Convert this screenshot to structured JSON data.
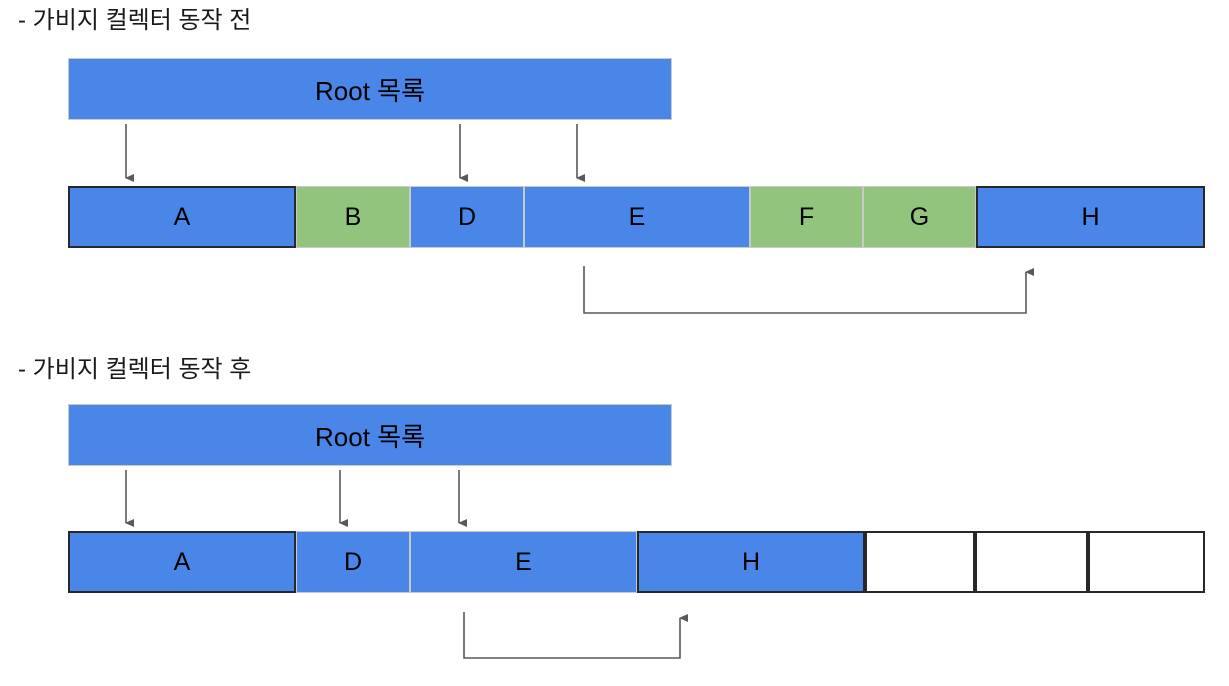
{
  "sections": [
    {
      "title": "- 가비지 컬렉터 동작 전",
      "root_label": "Root 목록",
      "blocks": [
        {
          "label": "A",
          "state": "reachable",
          "color": "#4a86e8",
          "outlined": true
        },
        {
          "label": "B",
          "state": "unreachable",
          "color": "#93c47d",
          "outlined": false
        },
        {
          "label": "D",
          "state": "reachable",
          "color": "#4a86e8",
          "outlined": false
        },
        {
          "label": "E",
          "state": "reachable",
          "color": "#4a86e8",
          "outlined": false
        },
        {
          "label": "F",
          "state": "unreachable",
          "color": "#93c47d",
          "outlined": false
        },
        {
          "label": "G",
          "state": "unreachable",
          "color": "#93c47d",
          "outlined": false
        },
        {
          "label": "H",
          "state": "reachable",
          "color": "#4a86e8",
          "outlined": true
        }
      ],
      "root_arrows": [
        "A",
        "D",
        "E"
      ],
      "reference_arrow": {
        "from": "E",
        "to": "H"
      }
    },
    {
      "title": "- 가비지 컬렉터 동작 후",
      "root_label": "Root 목록",
      "blocks": [
        {
          "label": "A",
          "state": "reachable",
          "color": "#4a86e8",
          "outlined": true
        },
        {
          "label": "D",
          "state": "reachable",
          "color": "#4a86e8",
          "outlined": false
        },
        {
          "label": "E",
          "state": "reachable",
          "color": "#4a86e8",
          "outlined": false
        },
        {
          "label": "H",
          "state": "reachable",
          "color": "#4a86e8",
          "outlined": true
        },
        {
          "label": "",
          "state": "free",
          "color": "#ffffff",
          "outlined": true
        },
        {
          "label": "",
          "state": "free",
          "color": "#ffffff",
          "outlined": true
        },
        {
          "label": "",
          "state": "free",
          "color": "#ffffff",
          "outlined": true
        }
      ],
      "root_arrows": [
        "A",
        "D",
        "E"
      ],
      "reference_arrow": {
        "from": "E",
        "to": "H"
      }
    }
  ],
  "colors": {
    "reachable": "#4a86e8",
    "unreachable": "#93c47d",
    "free": "#ffffff",
    "outline": "#26282c",
    "cell_border": "#c9c9c9",
    "arrow": "#595959",
    "text": "#1a1a1a"
  }
}
